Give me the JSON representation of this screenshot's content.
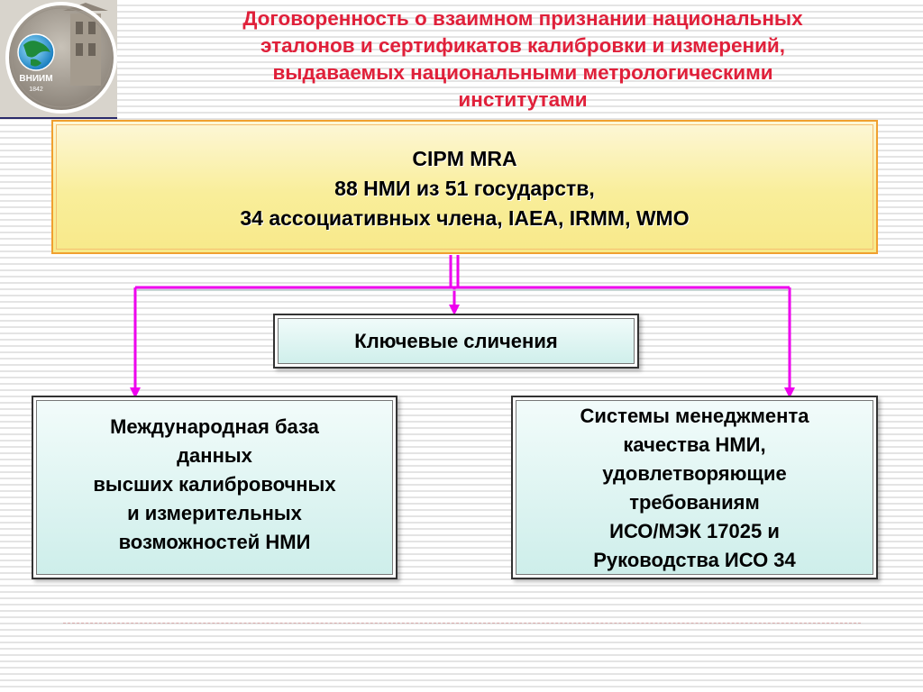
{
  "title": {
    "lines": [
      "Договоренность о взаимном признании национальных",
      "эталонов и сертификатов калибровки и измерений,",
      "выдаваемых  национальными метрологическими",
      "институтами"
    ]
  },
  "logo": {
    "text": "ВНИИМ",
    "year": "1842"
  },
  "cipm_box": {
    "lines": [
      "CIPM MRA",
      "88 НМИ из 51 государств,",
      "34 ассоциативных члена, IAEA, IRMM, WMO"
    ]
  },
  "key_box": {
    "label": "Ключевые  сличения"
  },
  "db_box": {
    "lines": [
      "Международная база",
      "данных",
      "высших калибровочных",
      "и измерительных",
      "возможностей НМИ"
    ]
  },
  "qms_box": {
    "lines": [
      "Системы менеджмента",
      "качества НМИ,",
      "удовлетворяющие",
      "требованиям",
      "ИСО/МЭК 17025 и",
      "Руководства ИСО 34"
    ]
  },
  "colors": {
    "title": "#e0203a",
    "connector": "#ee00ee",
    "yellow_box_border": "#f0a030"
  }
}
